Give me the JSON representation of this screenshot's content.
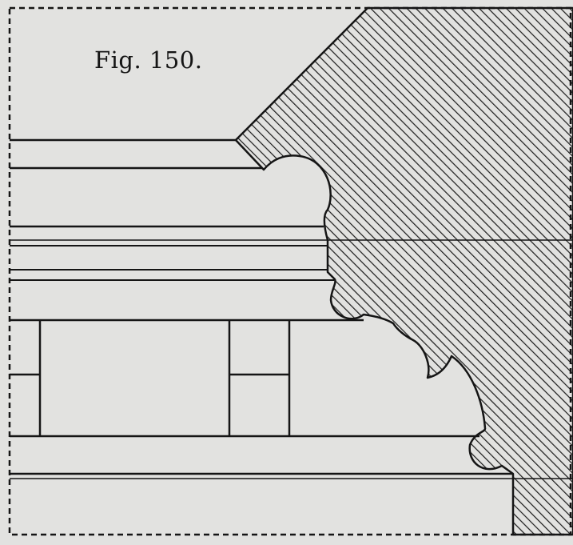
{
  "figure": {
    "label": "Fig. 150."
  },
  "colors": {
    "paper": "#e2e2e0",
    "ink": "#151515",
    "hatch": "#1b1b1b"
  },
  "elements": {
    "hatched_section": "diagonal-hatch",
    "border_style": "dashed"
  }
}
